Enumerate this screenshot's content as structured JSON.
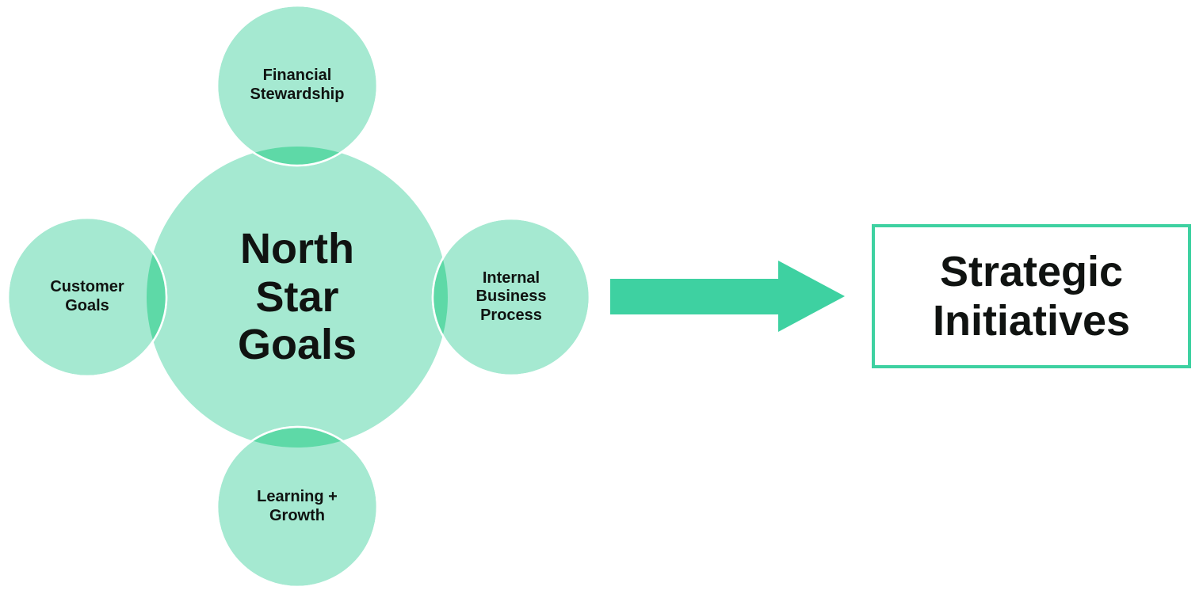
{
  "colors": {
    "background": "#FFFFFF",
    "circle-fill": "#A5E9D1",
    "overlap-fill": "#5ED9A7",
    "accent": "#3ED1A1",
    "circle-stroke": "#FFFFFF",
    "ink": "#101311"
  },
  "diagram": {
    "center": {
      "label": "North\nStar\nGoals"
    },
    "satellites": [
      {
        "id": "financial-stewardship",
        "position": "top",
        "label": "Financial\nStewardship"
      },
      {
        "id": "internal-business-process",
        "position": "right",
        "label": "Internal\nBusiness\nProcess"
      },
      {
        "id": "learning-growth",
        "position": "bottom",
        "label": "Learning +\nGrowth"
      },
      {
        "id": "customer-goals",
        "position": "left",
        "label": "Customer\nGoals"
      }
    ],
    "arrow": {
      "icon": "flow-arrow",
      "direction": "right"
    },
    "result": {
      "label": "Strategic\nInitiatives"
    }
  }
}
